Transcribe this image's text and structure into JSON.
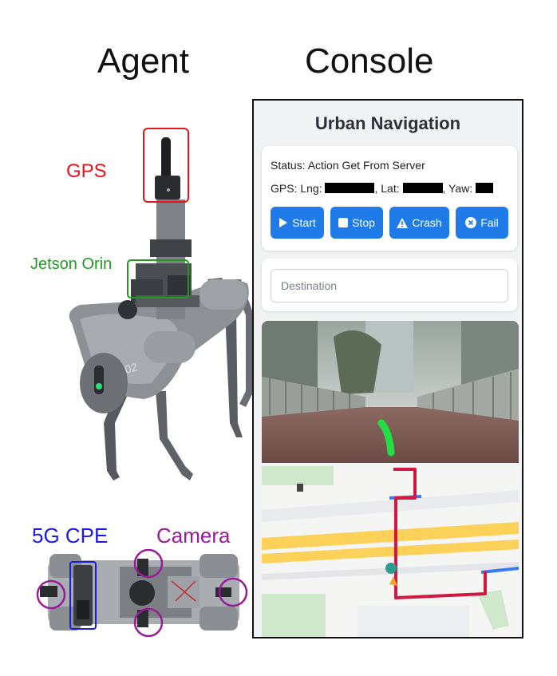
{
  "headings": {
    "agent": "Agent",
    "console": "Console"
  },
  "annotations": {
    "gps": "GPS",
    "jetson": "Jetson Orin",
    "cpe": "5G CPE",
    "camera": "Camera"
  },
  "colors": {
    "gps": "#e8141c",
    "jetson": "#1f9a1f",
    "cpe": "#1a1ae6",
    "camera": "#9a1a9a",
    "button": "#1e7be8",
    "route": "#d01840"
  },
  "app": {
    "title": "Urban Navigation",
    "status": "Status: Action Get From Server",
    "gps_prefix": "GPS: Lng:",
    "lat_label": ", Lat:",
    "yaw_label": ", Yaw:",
    "buttons": {
      "start": "Start",
      "stop": "Stop",
      "crash": "Crash",
      "fail": "Fail"
    },
    "destination_placeholder": "Destination"
  }
}
